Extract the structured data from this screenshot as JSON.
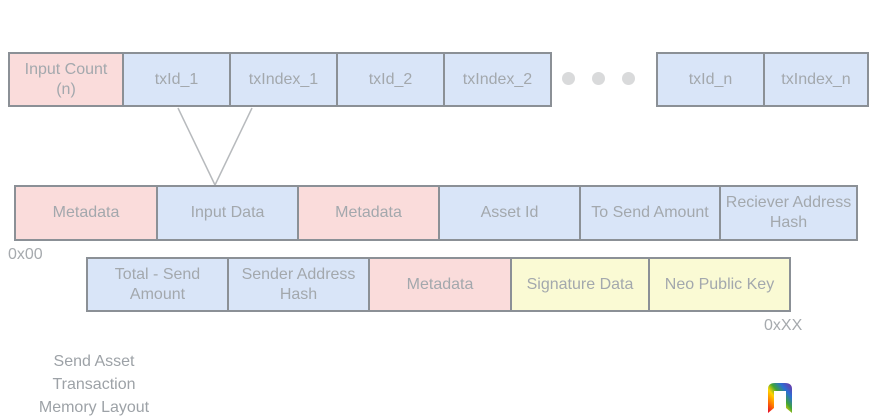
{
  "diagram_title": "Send Asset\nTransaction\nMemory Layout",
  "palette": {
    "metadata_pink": "#fadcdb",
    "data_blue": "#d9e5f8",
    "signature_yellow": "#fafad4",
    "border_gray": "#8b9096",
    "text_gray": "#a3a8ad",
    "dot_gray": "#d9dadb",
    "connector_gray": "#b7babd"
  },
  "rows": {
    "inputs": {
      "cells": [
        {
          "label": "Input Count (n)",
          "color": "metadata_pink"
        },
        {
          "label": "txId_1",
          "color": "data_blue"
        },
        {
          "label": "txIndex_1",
          "color": "data_blue"
        },
        {
          "label": "txId_2",
          "color": "data_blue"
        },
        {
          "label": "txIndex_2",
          "color": "data_blue"
        },
        {
          "label": "txId_n",
          "color": "data_blue"
        },
        {
          "label": "txIndex_n",
          "color": "data_blue"
        }
      ],
      "ellipsis": "three-dots"
    },
    "layout1": {
      "cells": [
        {
          "label": "Metadata",
          "color": "metadata_pink"
        },
        {
          "label": "Input Data",
          "color": "data_blue"
        },
        {
          "label": "Metadata",
          "color": "metadata_pink"
        },
        {
          "label": "Asset Id",
          "color": "data_blue"
        },
        {
          "label": "To Send Amount",
          "color": "data_blue"
        },
        {
          "label": "Reciever Address Hash",
          "color": "data_blue"
        }
      ]
    },
    "layout2": {
      "cells": [
        {
          "label": "Total - Send Amount",
          "color": "data_blue"
        },
        {
          "label": "Sender Address Hash",
          "color": "data_blue"
        },
        {
          "label": "Metadata",
          "color": "metadata_pink"
        },
        {
          "label": "Signature Data",
          "color": "signature_yellow"
        },
        {
          "label": "Neo Public Key",
          "color": "signature_yellow"
        }
      ]
    }
  },
  "offsets": {
    "start": "0x00",
    "end": "0xXX"
  },
  "logo": "rainbow-n-logo"
}
